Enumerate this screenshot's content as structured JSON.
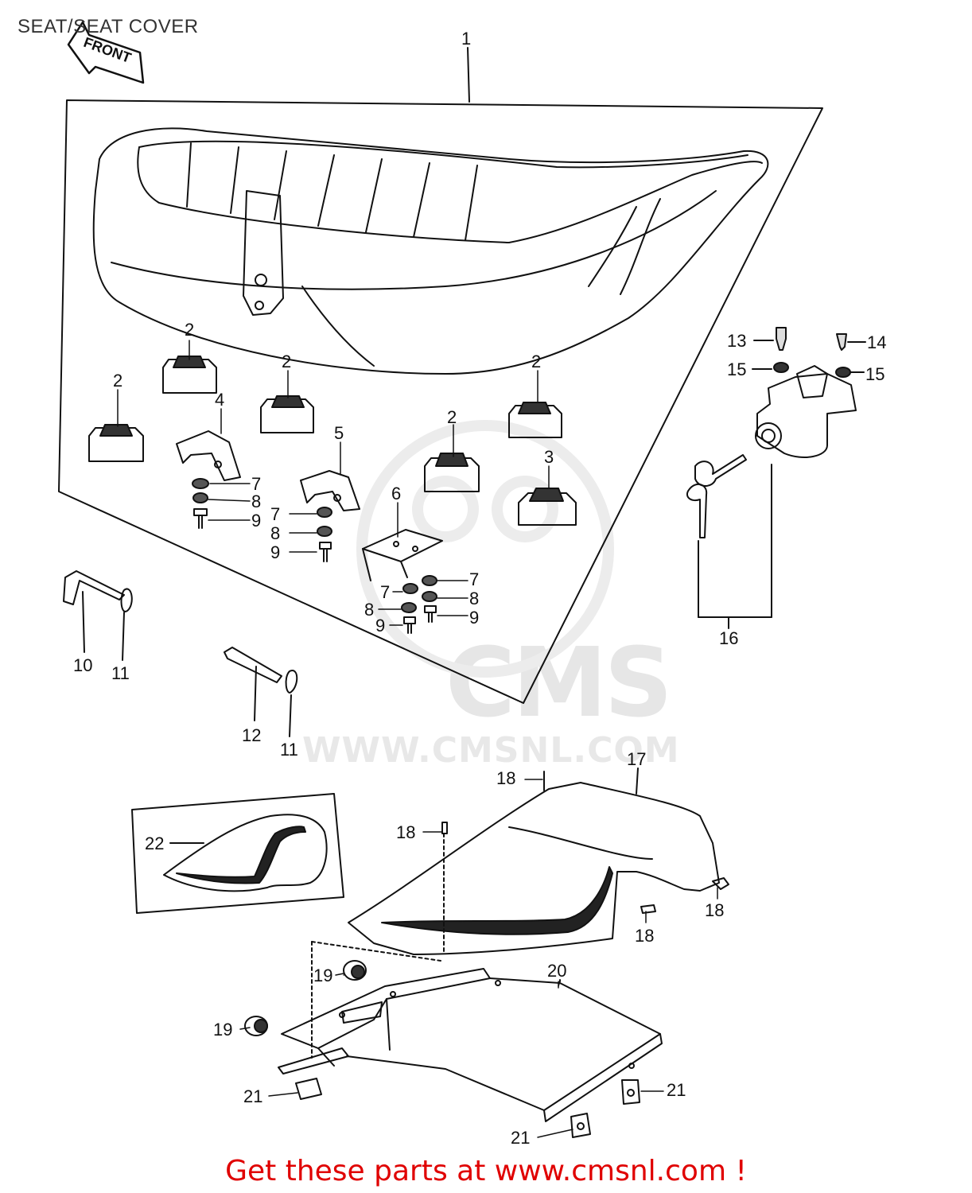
{
  "title": "SEAT/SEAT COVER",
  "front_label": "FRONT",
  "watermark": {
    "brand": "CMS",
    "url": "WWW.CMSNL.COM"
  },
  "footer_text": "Get these parts at www.cmsnl.com !",
  "callouts": {
    "c1": "1",
    "c2a": "2",
    "c2b": "2",
    "c2c": "2",
    "c2d": "2",
    "c2e": "2",
    "c3": "3",
    "c4": "4",
    "c5": "5",
    "c6": "6",
    "c7a": "7",
    "c7b": "7",
    "c7c": "7",
    "c7d": "7",
    "c8a": "8",
    "c8b": "8",
    "c8c": "8",
    "c8d": "8",
    "c9a": "9",
    "c9b": "9",
    "c9c": "9",
    "c9d": "9",
    "c10": "10",
    "c11a": "11",
    "c11b": "11",
    "c12": "12",
    "c13": "13",
    "c14": "14",
    "c15a": "15",
    "c15b": "15",
    "c16": "16",
    "c17": "17",
    "c18a": "18",
    "c18b": "18",
    "c18c": "18",
    "c18d": "18",
    "c19a": "19",
    "c19b": "19",
    "c20": "20",
    "c21a": "21",
    "c21b": "21",
    "c21c": "21",
    "c22": "22"
  },
  "colors": {
    "promo": "#e00000",
    "line": "#111111",
    "watermark": "#e6e6e6"
  }
}
